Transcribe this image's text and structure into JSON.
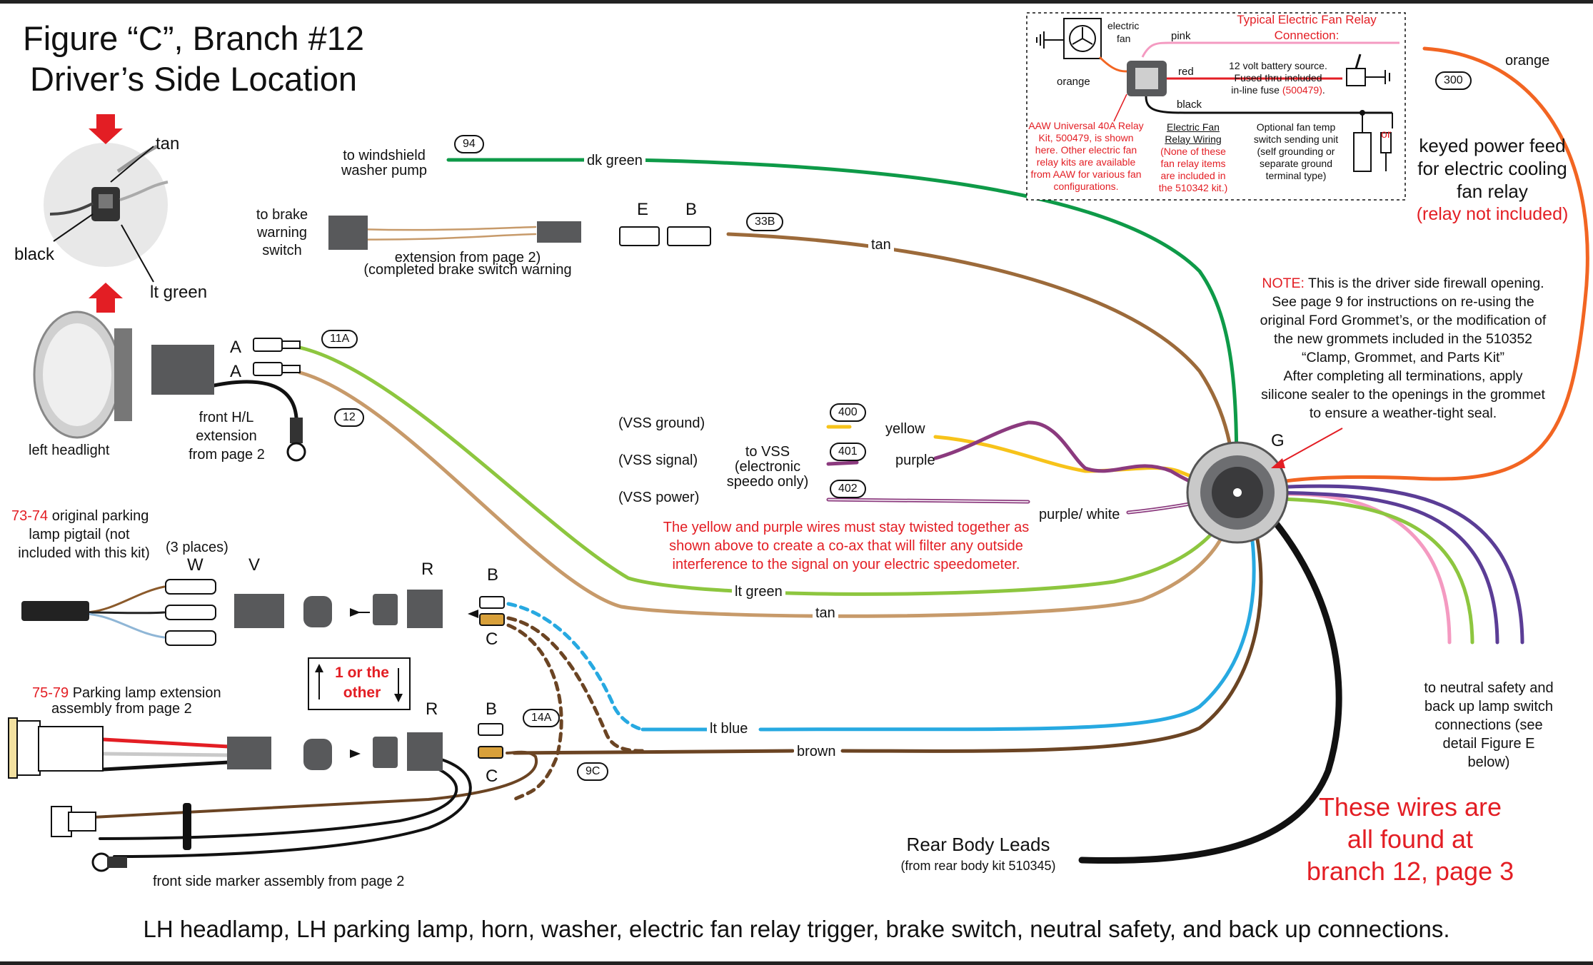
{
  "title": {
    "line1": "Figure “C”, Branch #12",
    "line2": "Driver’s Side Location"
  },
  "connector_inset": {
    "tan": "tan",
    "black": "black",
    "lt_green": "lt green"
  },
  "headlight": {
    "label": "left headlight",
    "ext_line1": "front H/L",
    "ext_line2": "extension",
    "ext_line3": "from page 2",
    "pin_a1": "A",
    "pin_a2": "A",
    "tag_11a": "11A",
    "tag_12": "12"
  },
  "washer": {
    "line1": "to windshield",
    "line2": "washer pump",
    "tag": "94",
    "wire": "dk green"
  },
  "brake": {
    "line1": "to brake",
    "line2": "warning",
    "line3": "switch",
    "ext1": "extension from page 2)",
    "ext2": "(completed brake switch warning",
    "e": "E",
    "b": "B",
    "tag": "33B",
    "wire": "tan"
  },
  "vss": {
    "ground": "(VSS ground)",
    "signal": "(VSS signal)",
    "power": "(VSS power)",
    "to1": "to VSS",
    "to2": "(electronic",
    "to3": "speedo only)",
    "tag400": "400",
    "tag401": "401",
    "tag402": "402",
    "yellow": "yellow",
    "purple": "purple",
    "purple_white": "purple/ white",
    "note1": "The yellow and purple wires must stay twisted together as",
    "note2": "shown above to create a co-ax that will filter any outside",
    "note3": "interference to the signal on your electric speedometer."
  },
  "parking_pigtail": {
    "num": "73-74",
    "line1": " original parking",
    "line2": "lamp pigtail (not",
    "line3": "included with this kit)",
    "places": "(3 places)",
    "w": "W",
    "v": "V",
    "r": "R",
    "b": "B",
    "c": "C"
  },
  "either": {
    "text1": "1 or the",
    "text2": "other"
  },
  "parking_ext": {
    "num": "75-79",
    "line1": " Parking lamp extension",
    "line2": "assembly from page 2",
    "r": "R",
    "b": "B",
    "c": "C",
    "tag14a": "14A",
    "tag9c": "9C",
    "marker": "front side marker assembly from page 2"
  },
  "wires": {
    "lt_green": "lt green",
    "tan": "tan",
    "lt_blue": "lt blue",
    "brown": "brown",
    "orange": "orange"
  },
  "grommet": {
    "label": "G"
  },
  "firewall_note": {
    "note": "NOTE:",
    "l1": " This is the driver side firewall opening.",
    "l2": "See page 9 for instructions on re-using the",
    "l3": "original Ford Grommet’s, or the modification of",
    "l4": "the new grommets included in the 510352",
    "l5": "“Clamp, Grommet, and Parts Kit”",
    "l6": "After completing all terminations, apply",
    "l7": "silicone sealer to the openings in the grommet",
    "l8": "to ensure a weather-tight seal."
  },
  "relay_inset": {
    "title1": "Typical Electric Fan Relay",
    "title2": "Connection:",
    "fan1": "electric",
    "fan2": "fan",
    "pink": "pink",
    "orange": "orange",
    "red": "red",
    "black": "black",
    "batt1": "12 volt battery source.",
    "batt2": "Fused thru included",
    "batt3": "in-line fuse ",
    "batt_fuse": "(500479)",
    "batt_dot": ".",
    "aaw1": "AAW Universal 40A Relay",
    "aaw2": "Kit, 500479, is shown",
    "aaw3": "here. Other electric fan",
    "aaw4": "relay kits are available",
    "aaw5": "from AAW for various fan",
    "aaw6": "configurations.",
    "efr1": "Electric Fan",
    "efr2": "Relay Wiring",
    "none1": "(None of these",
    "none2": "fan relay items",
    "none3": "are included in",
    "none4": "the 510342 kit.)",
    "opt1": "Optional fan temp",
    "opt2": "switch sending unit",
    "opt3": "(self grounding or",
    "opt4": "separate ground",
    "opt5": "terminal type)",
    "or": "or"
  },
  "keyed": {
    "tag": "300",
    "l1": "keyed power feed",
    "l2": "for electric cooling",
    "l3": "fan relay",
    "l4": "(relay not included)"
  },
  "neutral": {
    "l1": "to neutral safety and",
    "l2": "back up lamp switch",
    "l3": "connections (see",
    "l4": "detail Figure E",
    "l5": "below)"
  },
  "rear": {
    "l1": "Rear Body Leads",
    "l2": "(from rear body kit 510345)"
  },
  "branch": {
    "l1": "These wires are",
    "l2": "all found at",
    "l3": "branch 12, page 3"
  },
  "caption": "LH headlamp, LH parking lamp, horn, washer, electric fan relay trigger, brake switch, neutral safety, and back up connections.",
  "colors": {
    "dk_green": "#0e9a48",
    "tan": "#c79a6a",
    "brown_tan": "#9c6a3a",
    "lt_green": "#8dc63f",
    "lt_blue": "#27a9e1",
    "brown": "#6b4423",
    "orange": "#f26522",
    "pink": "#f49ac1",
    "purple": "#5b3d96",
    "yellow": "#f7c31a",
    "vss_purple": "#8b3a7e",
    "red": "#e31e24"
  }
}
